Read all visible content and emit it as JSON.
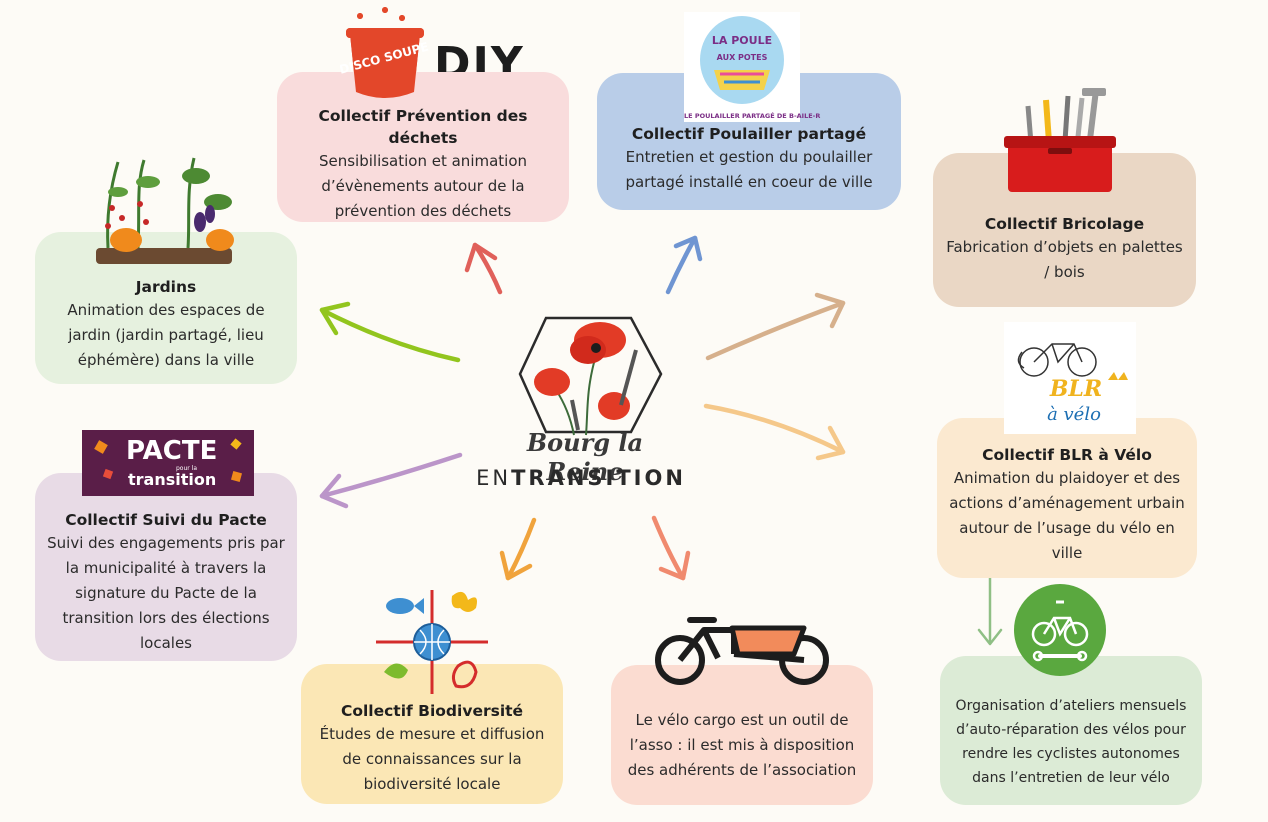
{
  "center": {
    "line1": "Bourg la Reine",
    "line2_light": "EN",
    "line2_bold": "TRANSITION"
  },
  "logos": {
    "disco_soupe": "DISCO SOUPE",
    "diy": "DIY",
    "poule_top": "LA POULE",
    "poule_mid": "AUX POTES",
    "poule_caption": "LE POULAILLER PARTAGÉ DE B-AILE-R",
    "pacte_big": "PACTE",
    "pacte_small": "transition",
    "pacte_tiny": "pour la",
    "blr_top": "BLR",
    "blr_bottom": "à vélo"
  },
  "cards": {
    "dechets": {
      "title": "Collectif Prévention des déchets",
      "desc": "Sensibilisation et animation d’évènements autour de la prévention des déchets"
    },
    "poulailler": {
      "title": "Collectif Poulailler partagé",
      "desc": "Entretien et gestion du poulailler partagé installé en coeur de ville"
    },
    "jardins": {
      "title": "Jardins",
      "desc": "Animation des espaces de jardin (jardin partagé, lieu éphémère) dans la ville"
    },
    "bricolage": {
      "title": "Collectif Bricolage",
      "desc": "Fabrication d’objets en palettes / bois"
    },
    "pacte": {
      "title": "Collectif Suivi du Pacte",
      "desc": "Suivi des engagements pris par la municipalité à travers la signature du Pacte de la transition lors des élections locales"
    },
    "velo": {
      "title": "Collectif BLR à Vélo",
      "desc": "Animation du plaidoyer et des actions d’aménagement urbain autour de l’usage du vélo en ville"
    },
    "biodiversite": {
      "title": "Collectif Biodiversité",
      "desc": "Études de mesure et diffusion de connaissances sur la biodiversité locale"
    },
    "cargo": {
      "title": "",
      "desc": "Le vélo cargo est un outil de l’asso : il est mis à disposition des adhérents de l’association"
    },
    "ateliers": {
      "title": "",
      "desc": "Organisation d’ateliers mensuels d’auto-réparation des vélos pour rendre les cyclistes autonomes dans l’entretien de leur vélo"
    }
  },
  "colors": {
    "dechets": "#f9dcdc",
    "poulailler": "#b9cde8",
    "jardins": "#e6f1df",
    "bricolage": "#ead7c5",
    "pacte": "#e8dbe6",
    "velo": "#fbe9d0",
    "biodiversite": "#fbe7b5",
    "cargo": "#fbdcd1",
    "ateliers": "#dcebd6",
    "arrow_red": "#e0605a",
    "arrow_blue": "#6f95d2",
    "arrow_green": "#92c51e",
    "arrow_tan": "#d6b08c",
    "arrow_peach": "#f5c88a",
    "arrow_purple": "#bb95c9",
    "arrow_orange": "#f0a33c",
    "arrow_salmon": "#f08a6e",
    "arrow_sage": "#8fbf85",
    "poppy": "#e23b26"
  }
}
